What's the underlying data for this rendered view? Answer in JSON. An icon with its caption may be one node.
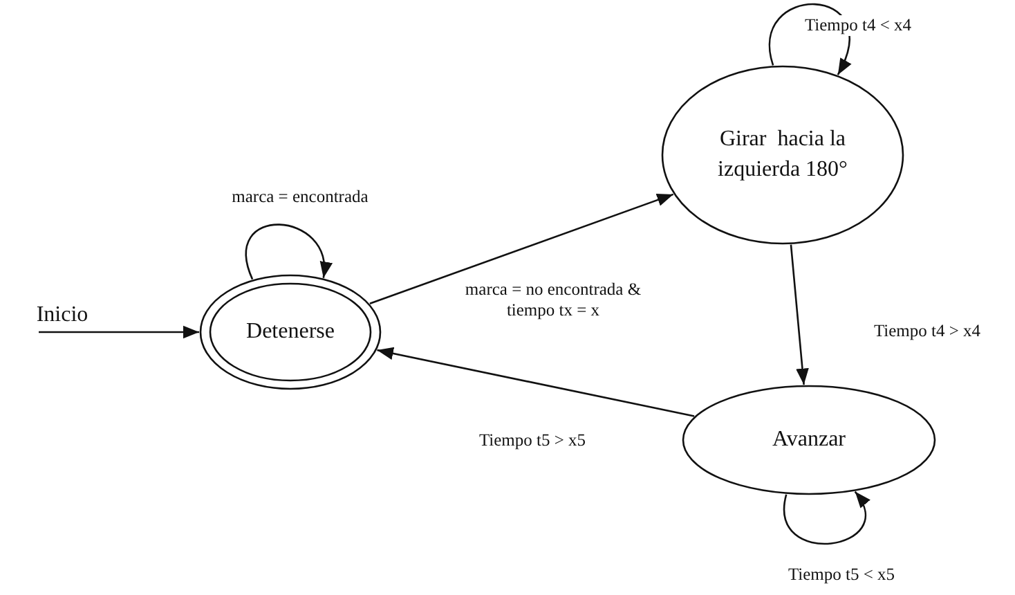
{
  "diagram": {
    "nodes": [
      {
        "text": [
          "Detenerse"
        ]
      },
      {
        "text": [
          "Girar  hacia la izquierda 180°"
        ]
      },
      {
        "text": [
          "Avanzar"
        ]
      }
    ],
    "edges": [
      {
        "from": null,
        "to": 0,
        "arrow": "to",
        "label": "Inicio"
      },
      {
        "from": 0,
        "to": 0,
        "arrow": "to",
        "label": "marca = encontrada"
      },
      {
        "from": 0,
        "to": 1,
        "arrow": "to",
        "label": "marca = no encontrada & tiempo tx = x"
      },
      {
        "from": 1,
        "to": 1,
        "arrow": "to",
        "label": "Tiempo t4 < x4"
      },
      {
        "from": 1,
        "to": 2,
        "arrow": "to",
        "label": "Tiempo t4 > x4"
      },
      {
        "from": 2,
        "to": 0,
        "arrow": "to",
        "label": "Tiempo t5 > x5"
      },
      {
        "from": 2,
        "to": 2,
        "arrow": "to",
        "label": "Tiempo t5 < x5"
      }
    ]
  }
}
